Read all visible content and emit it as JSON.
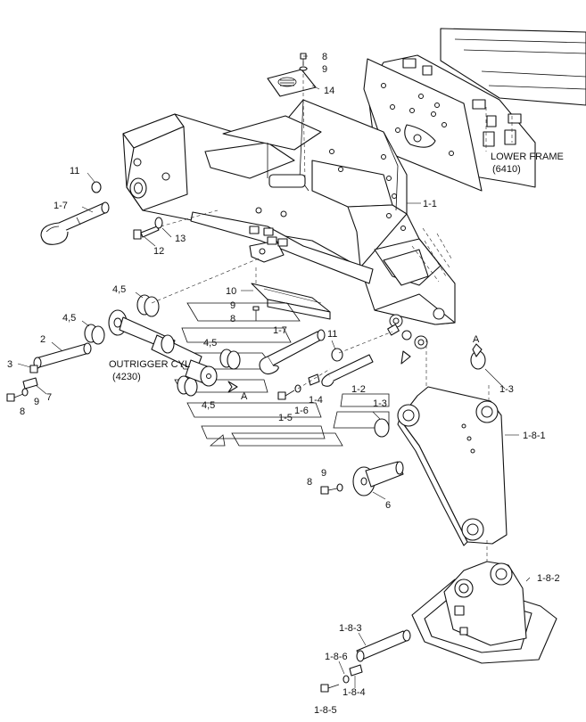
{
  "diagram": {
    "text_labels": {
      "lower_frame": "LOWER FRAME",
      "lower_frame_ref": "(6410)",
      "outrigger": "OUTRIGGER CYL",
      "outrigger_ref": "(4230)",
      "arrow_a_top": "A",
      "arrow_a_left": "A"
    },
    "callouts": {
      "c8_top": "8",
      "c9_top": "9",
      "c14": "14",
      "c11_left": "11",
      "c1_1": "1-1",
      "c1_7_top": "1-7",
      "c13": "13",
      "c12": "12",
      "c4_5_a": "4,5",
      "c10": "10",
      "c9_mid": "9",
      "c8_mid": "8",
      "c4_5_b": "4,5",
      "c1_7_mid": "1-7",
      "c11_mid": "11",
      "c4_5_c": "4,5",
      "c2": "2",
      "c3": "3",
      "c7": "7",
      "c8_left": "8",
      "c9_left": "9",
      "c4_5_d": "4,5",
      "c1_2": "1-2",
      "c1_4": "1-4",
      "c1_5": "1-5",
      "c1_6": "1-6",
      "c1_3_mid": "1-3",
      "c1_3_right": "1-3",
      "c1_8_1": "1-8-1",
      "c9_low": "9",
      "c8_low": "8",
      "c6": "6",
      "c1_8_2": "1-8-2",
      "c1_8_3": "1-8-3",
      "c1_8_6": "1-8-6",
      "c1_8_4": "1-8-4",
      "c1_8_5": "1-8-5"
    }
  }
}
